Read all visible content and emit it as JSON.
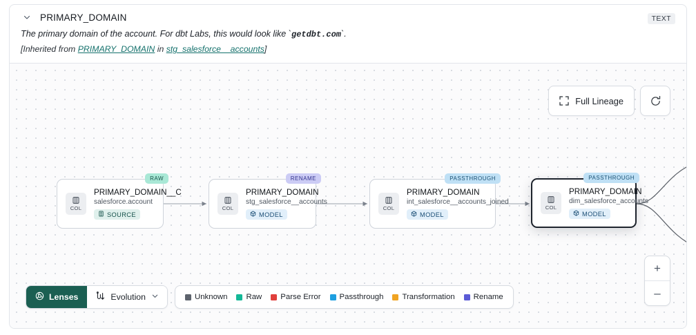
{
  "header": {
    "collapse_icon": "chevron-down-icon",
    "title": "PRIMARY_DOMAIN",
    "type_badge": "TEXT",
    "description_pre": "The primary domain of the account. For dbt Labs, this would look like `",
    "description_code": "getdbt.com",
    "description_post": "`.",
    "inherited_prefix": "[Inherited from ",
    "inherited_link1": "PRIMARY_DOMAIN",
    "inherited_mid": " in ",
    "inherited_link2": "stg_salesforce__accounts",
    "inherited_suffix": "]"
  },
  "canvas_controls": {
    "full_lineage_label": "Full Lineage",
    "full_lineage_icon": "expand-icon",
    "refresh_icon": "refresh-icon",
    "zoom_in_label": "+",
    "zoom_out_label": "–"
  },
  "lineage": {
    "column_chip_label": "COL",
    "nodes": [
      {
        "name": "PRIMARY_DOMAIN__C",
        "dataset": "salesforce.account",
        "kind_label": "SOURCE",
        "kind_icon": "source-icon",
        "pill": "RAW",
        "pill_color": "#a9e8d6",
        "selected": false
      },
      {
        "name": "PRIMARY_DOMAIN",
        "dataset": "stg_salesforce__accounts",
        "kind_label": "MODEL",
        "kind_icon": "model-icon",
        "pill": "RENAME",
        "pill_color": "#ccccf5",
        "selected": false
      },
      {
        "name": "PRIMARY_DOMAIN",
        "dataset": "int_salesforce__accounts_joined",
        "kind_label": "MODEL",
        "kind_icon": "model-icon",
        "pill": "PASSTHROUGH",
        "pill_color": "#bfe0f5",
        "selected": false
      },
      {
        "name": "PRIMARY_DOMAIN",
        "dataset": "dim_salesforce_accounts",
        "kind_label": "MODEL",
        "kind_icon": "model-icon",
        "pill": "PASSTHROUGH",
        "pill_color": "#bfe0f5",
        "selected": true
      }
    ]
  },
  "bottom_bar": {
    "lenses_label": "Lenses",
    "lenses_icon": "lens-icon",
    "evolution_label": "Evolution",
    "evolution_icon": "evolution-icon",
    "evolution_caret": "chevron-down-icon",
    "legend": [
      {
        "label": "Unknown",
        "color": "#5d636d"
      },
      {
        "label": "Raw",
        "color": "#14b897"
      },
      {
        "label": "Parse Error",
        "color": "#e0403c"
      },
      {
        "label": "Passthrough",
        "color": "#1e9fe0"
      },
      {
        "label": "Transformation",
        "color": "#f0a422"
      },
      {
        "label": "Rename",
        "color": "#5b5bd6"
      }
    ]
  }
}
